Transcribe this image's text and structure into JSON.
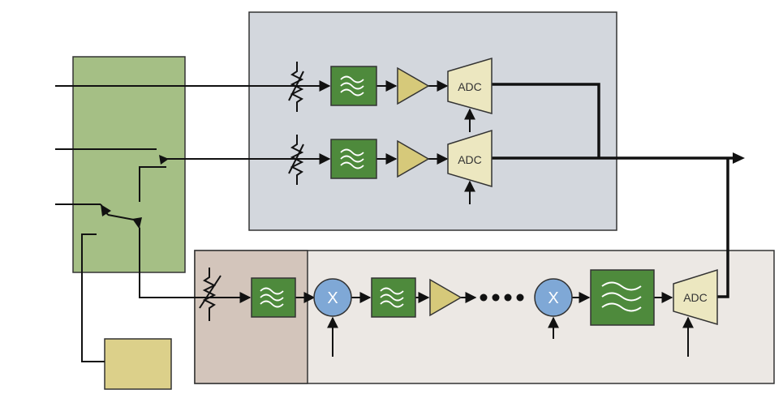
{
  "colors": {
    "grey_panel": "#d3d7dd",
    "light_panel": "#ece8e4",
    "tan_panel": "#d3c5bb",
    "green_switch": "#a5bf85",
    "yellow_box": "#dcd08a",
    "filter_green": "#4e8a3c",
    "amp_olive": "#d6c97a",
    "adc_cream": "#ece7c0",
    "mixer_blue": "#7fa8d6",
    "wire": "#111111"
  },
  "icons": {
    "attenuator": "variable-resistor-icon",
    "filter": "bandpass-filter-icon",
    "amplifier": "amplifier-triangle-icon",
    "mixer": "mixer-x-icon"
  },
  "adc": {
    "top_label": "ADC",
    "middle_label": "ADC",
    "bottom_label": "ADC"
  },
  "mixer": {
    "first_label": "X",
    "second_label": "X"
  }
}
